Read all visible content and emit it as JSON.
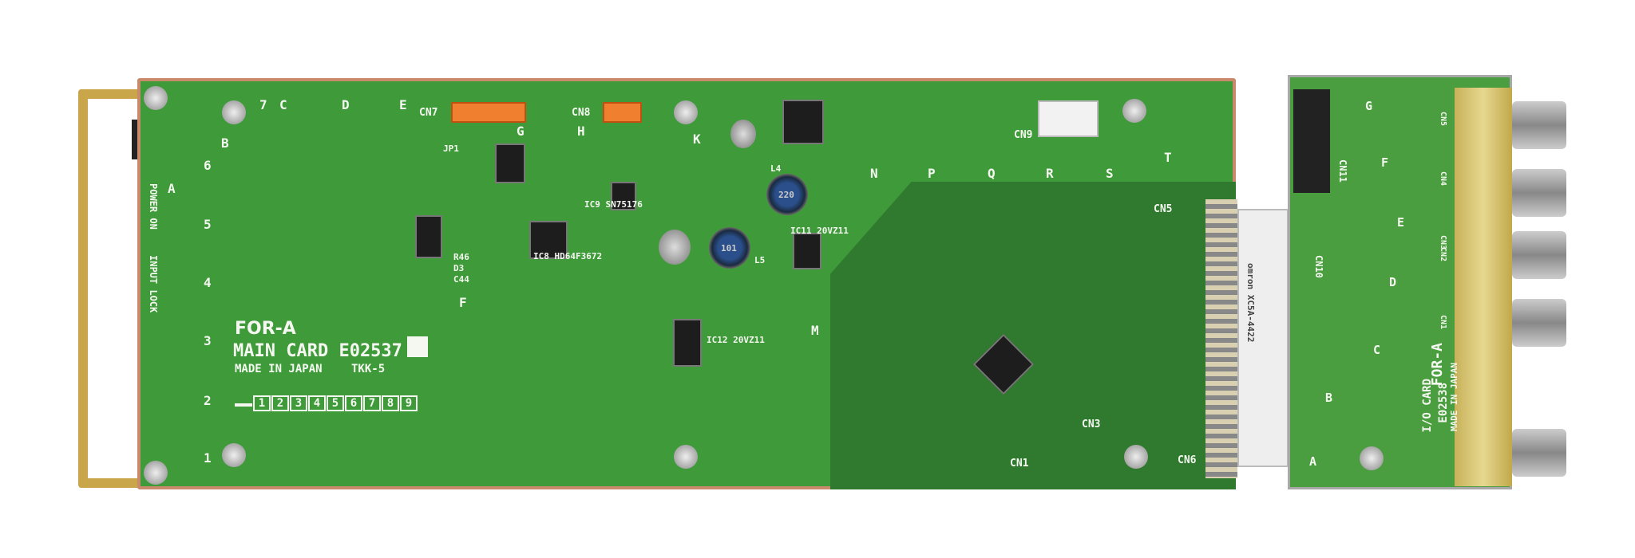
{
  "main_card": {
    "brand": "FOR-A",
    "title": "MAIN CARD E02537",
    "made_in": "MADE IN JAPAN",
    "ul_mark": "TKK-5",
    "digits": [
      "1",
      "2",
      "3",
      "4",
      "5",
      "6",
      "7",
      "8",
      "9"
    ],
    "front_labels": [
      "POWER ON",
      "INPUT LOCK"
    ],
    "grid_letters": [
      "A",
      "B",
      "C",
      "D",
      "E",
      "F",
      "G",
      "H",
      "K",
      "M",
      "N",
      "P",
      "Q",
      "R",
      "S",
      "T"
    ],
    "grid_numbers": [
      "1",
      "2",
      "3",
      "4",
      "5",
      "6",
      "7"
    ],
    "components": [
      "CN7",
      "CN8",
      "CN9",
      "CN1",
      "CN3",
      "CN5",
      "CN6",
      "IC8 HD64F3672",
      "IC9 SN75176",
      "IC11 20VZ11",
      "IC12 20VZ11",
      "L4",
      "L5",
      "JP1",
      "D3",
      "C44",
      "R46"
    ],
    "ic_markings": [
      "220",
      "101"
    ]
  },
  "io_card": {
    "brand": "FOR-A",
    "title": "I/O CARD",
    "part": "E02538",
    "made_in": "MADE IN JAPAN",
    "connectors": [
      "CN10",
      "CN11",
      "CN1",
      "CN2",
      "CN3",
      "CN4",
      "CN5"
    ],
    "letters": [
      "A",
      "B",
      "C",
      "D",
      "E",
      "F",
      "G"
    ]
  },
  "connector_text": "omron XC5A-4422"
}
